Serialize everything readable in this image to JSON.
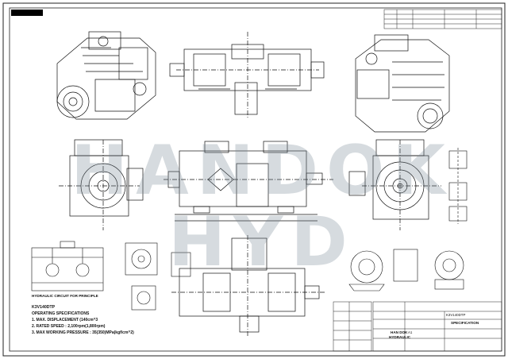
{
  "watermark": "HANDOK HYD",
  "specs": {
    "model": "K3V140DTP",
    "title": "OPERATING SPECIFICATIONS",
    "lines": [
      "1. MAX. DISPLACEMENT (140cm^3",
      "2. RATED SPEED : 2,100rpm(1,800rpm)",
      "3. MAX WORKING PRESSURE : 35(350)MPa(kgf/cm^2)"
    ]
  },
  "captions": {
    "hydraulic_circuit": "HYDRAULIC CIRCUIT FOR PRINCIPLE",
    "specification": "SPECIFICATION",
    "company_line1": "HAN DOK",
    "company_line2": "HYDRAULIC",
    "title_block_model": "K3V140DTP",
    "sheet_size": "A1"
  }
}
